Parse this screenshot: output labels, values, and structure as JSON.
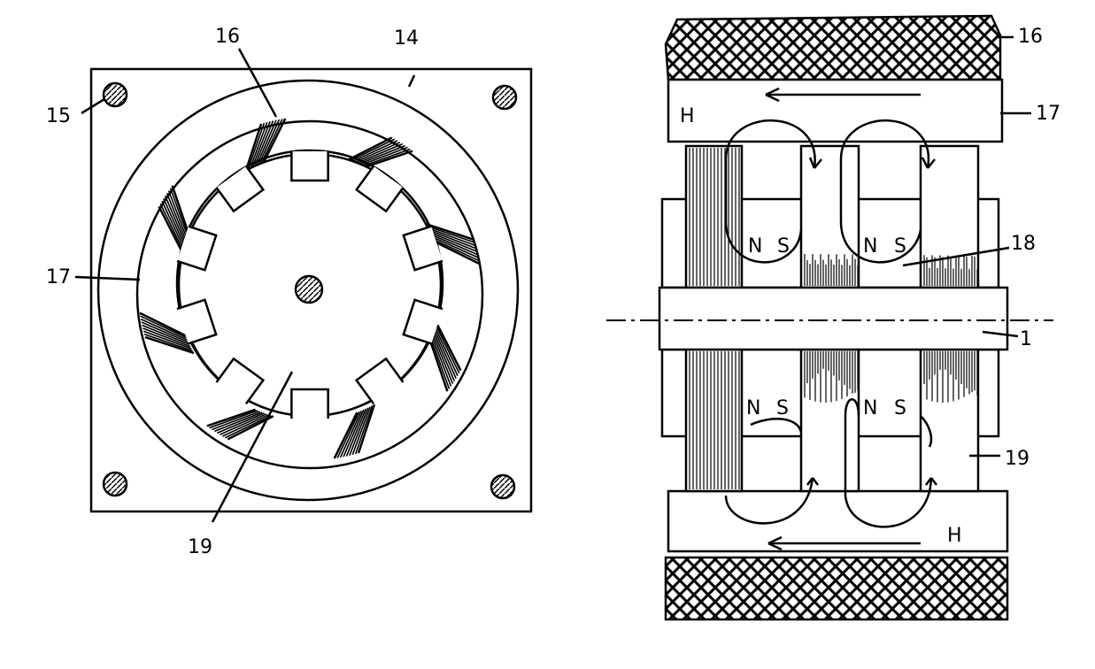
{
  "left_view": {
    "labels": {
      "stator_ring": "16",
      "housing": "14",
      "mounting_hole": "15",
      "winding": "17",
      "rotor": "19"
    },
    "rotor_teeth": 10,
    "winding_count": 8
  },
  "right_view": {
    "labels": {
      "coil_top": "16",
      "yoke_top": "17",
      "magnet": "18",
      "shaft": "1",
      "pole": "19"
    },
    "field_top": "H",
    "field_bottom": "H",
    "poles": {
      "n": "N",
      "s": "S"
    }
  }
}
